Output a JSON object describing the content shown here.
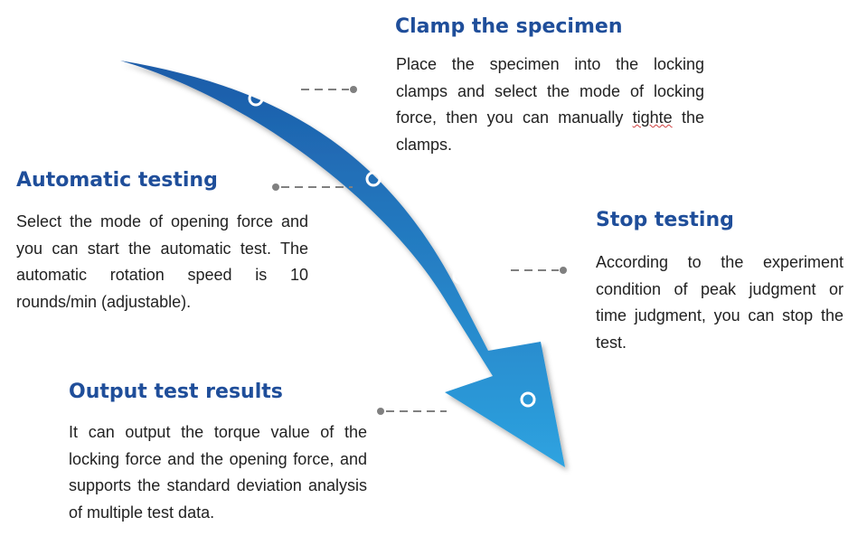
{
  "colors": {
    "arrow_light": "#2ea3e0",
    "arrow_dark": "#1c5ba8",
    "title": "#1f4e9a",
    "body": "#222222",
    "connector": "#808080"
  },
  "steps": [
    {
      "title": "Clamp the specimen",
      "body_before": "Place the specimen into the locking clamps and select the mode of locking force, then you can manually ",
      "body_flagged": "tighte",
      "body_after": " the clamps."
    },
    {
      "title": "Automatic testing",
      "body": "Select the mode of opening force and you can start the automatic test. The automatic rotation speed is 10 rounds/min (adjustable)."
    },
    {
      "title": "Stop testing",
      "body": "According to the experiment condition of peak judgment or time judgment, you can stop the test."
    },
    {
      "title": "Output test results",
      "body": "It can output the torque value of the locking force and the opening force, and supports the standard deviation analysis of multiple test data."
    }
  ]
}
